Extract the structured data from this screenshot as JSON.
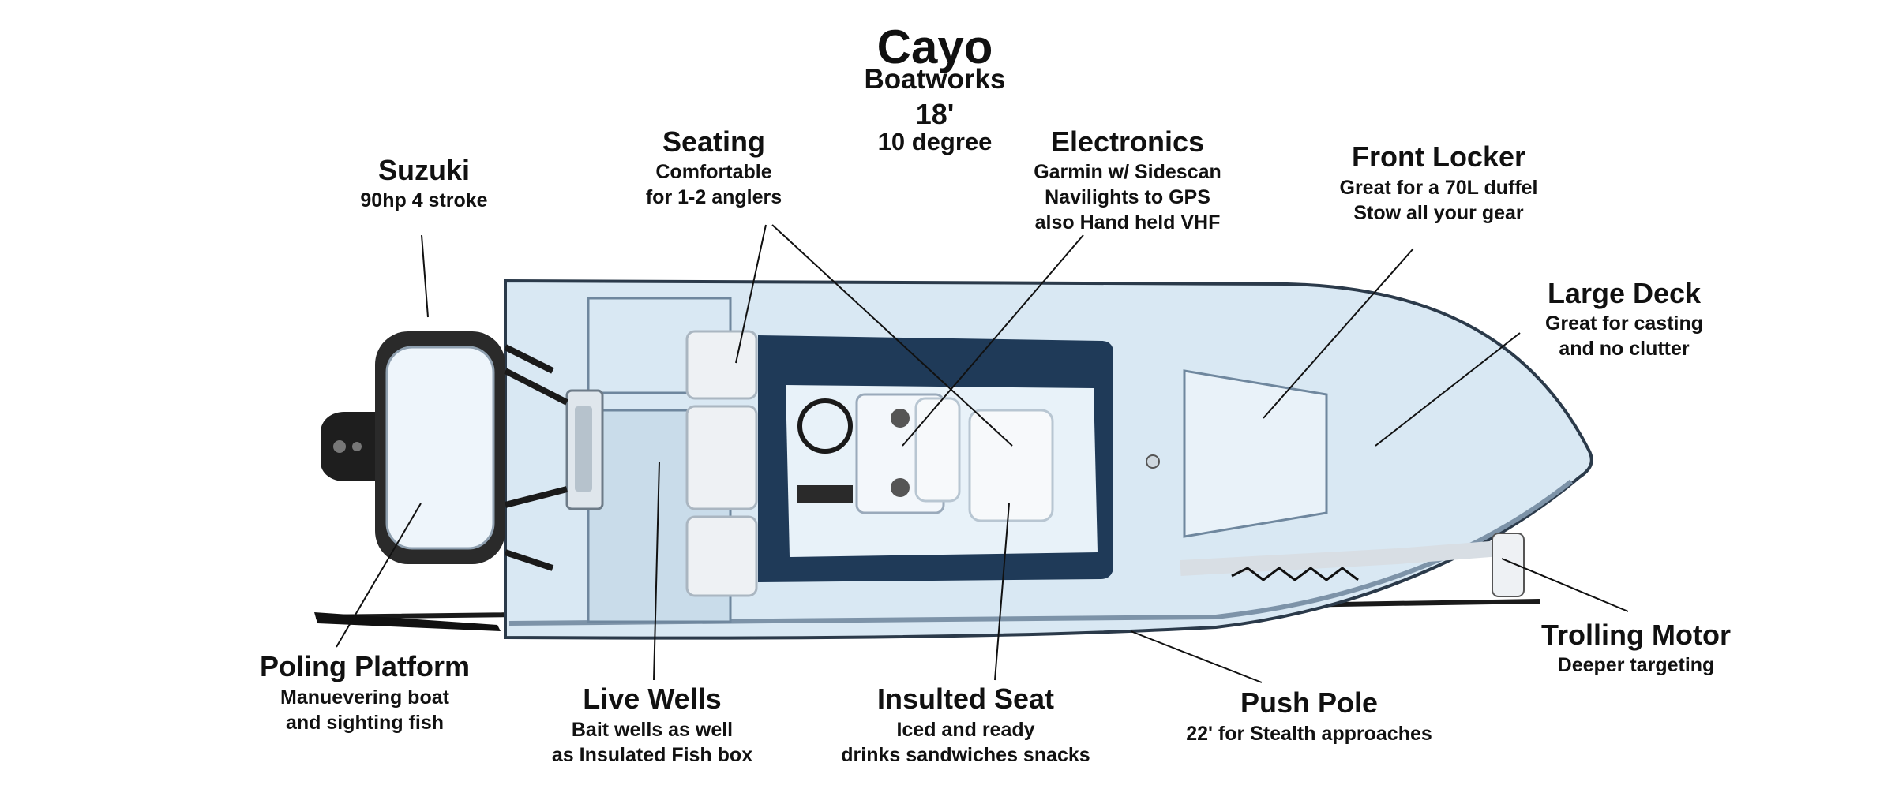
{
  "title": {
    "brand": "Cayo",
    "line2": "Boatworks",
    "line3": "18'",
    "line4": "10 degree"
  },
  "labels": {
    "suzuki": {
      "title": "Suzuki",
      "lines": [
        "90hp 4 stroke"
      ]
    },
    "seating": {
      "title": "Seating",
      "lines": [
        "Comfortable",
        "for 1-2 anglers"
      ]
    },
    "electronics": {
      "title": "Electronics",
      "lines": [
        "Garmin w/ Sidescan",
        "Navilights to GPS",
        "also Hand held VHF"
      ]
    },
    "front_locker": {
      "title": "Front Locker",
      "lines": [
        "Great for a 70L duffel",
        "Stow all your gear"
      ]
    },
    "large_deck": {
      "title": "Large Deck",
      "lines": [
        "Great for casting",
        "and no clutter"
      ]
    },
    "poling_platform": {
      "title": "Poling Platform",
      "lines": [
        "Manuevering boat",
        "and sighting fish"
      ]
    },
    "live_wells": {
      "title": "Live Wells",
      "lines": [
        "Bait wells as well",
        "as Insulated Fish box"
      ]
    },
    "insulted_seat": {
      "title": "Insulted Seat",
      "lines": [
        "Iced and ready",
        "drinks sandwiches snacks"
      ]
    },
    "push_pole": {
      "title": "Push Pole",
      "lines": [
        "22' for Stealth approaches"
      ]
    },
    "trolling_motor": {
      "title": "Trolling Motor",
      "lines": [
        "Deeper targeting"
      ]
    }
  },
  "colors": {
    "hull": "#d9e8f3",
    "hull_edge": "#2b3a4a",
    "cockpit": "#1f3a58",
    "floor": "#e8f2f9",
    "text": "#111111"
  }
}
